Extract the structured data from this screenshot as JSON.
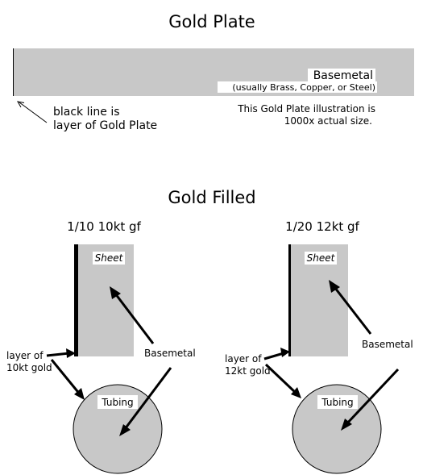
{
  "gold_plate": {
    "title": "Gold Plate",
    "basemetal_label": "Basemetal",
    "basemetal_note": "(usually Brass, Copper, or Steel)",
    "black_line_note_1": "black line is",
    "black_line_note_2": "layer of Gold Plate",
    "scale_note_1": "This Gold Plate illustration is",
    "scale_note_2": "1000x actual size."
  },
  "gold_filled": {
    "title": "Gold Filled",
    "left": {
      "heading": "1/10 10kt gf",
      "sheet_label": "Sheet",
      "tubing_label": "Tubing",
      "basemetal_label": "Basemetal",
      "layer_label_1": "layer of",
      "layer_label_2": "10kt gold"
    },
    "right": {
      "heading": "1/20 12kt gf",
      "sheet_label": "Sheet",
      "tubing_label": "Tubing",
      "basemetal_label": "Basemetal",
      "layer_label_1": "layer of",
      "layer_label_2": "12kt gold"
    }
  },
  "colors": {
    "basemetal_fill": "#c8c8c8",
    "gold_layer": "#000000",
    "background": "#ffffff"
  }
}
